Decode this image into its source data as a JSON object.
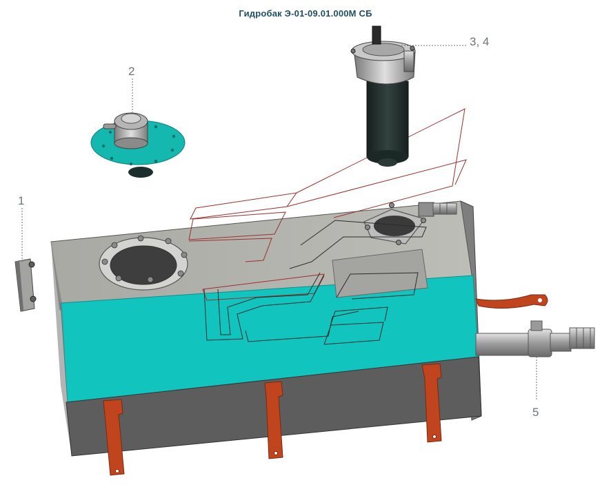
{
  "header": {
    "title": "Гидробак Э-01-09.01.000М СБ"
  },
  "callouts": {
    "c1": "1",
    "c2": "2",
    "c34": "3, 4",
    "c5": "5"
  },
  "colors": {
    "tank_top": "#b2b2ad",
    "tank_band": "#11c3bd",
    "tank_bottom": "#5f5f5f",
    "brackets": "#c0451f",
    "flange_teal": "#15b8ae",
    "filter_body": "#23302d",
    "leader_lines": "#9a2f2f"
  },
  "parts": [
    {
      "number": "1",
      "icon": "clamp-part-icon"
    },
    {
      "number": "2",
      "icon": "breather-cap-icon"
    },
    {
      "number": "3, 4",
      "icon": "return-filter-icon"
    },
    {
      "number": "5",
      "icon": "ball-valve-icon"
    }
  ]
}
